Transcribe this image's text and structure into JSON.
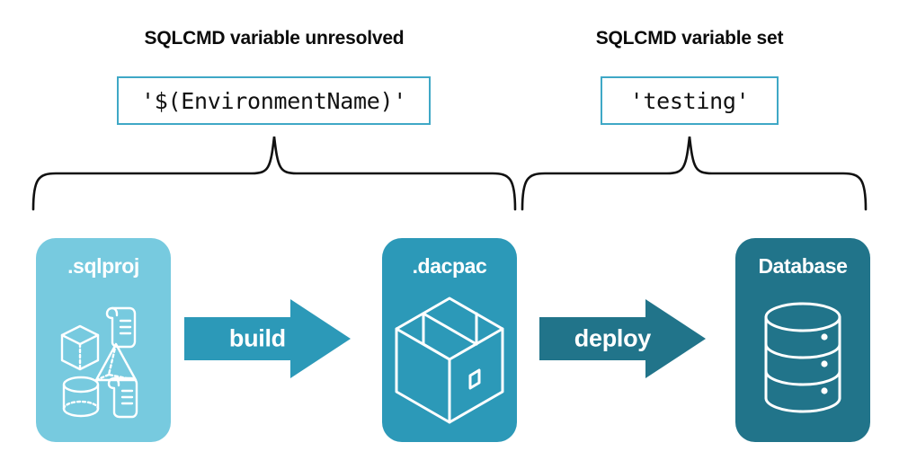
{
  "diagram": {
    "title_left": "SQLCMD variable unresolved",
    "title_right": "SQLCMD variable set",
    "code_left": "'$(EnvironmentName)'",
    "code_right": "'testing'",
    "stages": [
      {
        "label": ".sqlproj",
        "color": "#77CADF",
        "icon": "sql-project-shapes-icon"
      },
      {
        "label": ".dacpac",
        "color": "#2C99B8",
        "icon": "package-box-icon"
      },
      {
        "label": "Database",
        "color": "#21748A",
        "icon": "database-cylinder-icon"
      }
    ],
    "arrows": [
      {
        "label": "build",
        "color": "#2C99B8"
      },
      {
        "label": "deploy",
        "color": "#21748A"
      }
    ],
    "colors": {
      "code_border": "#3FA8C6",
      "brace": "#111111",
      "text": "#0b0b0b",
      "background": "#ffffff"
    }
  }
}
